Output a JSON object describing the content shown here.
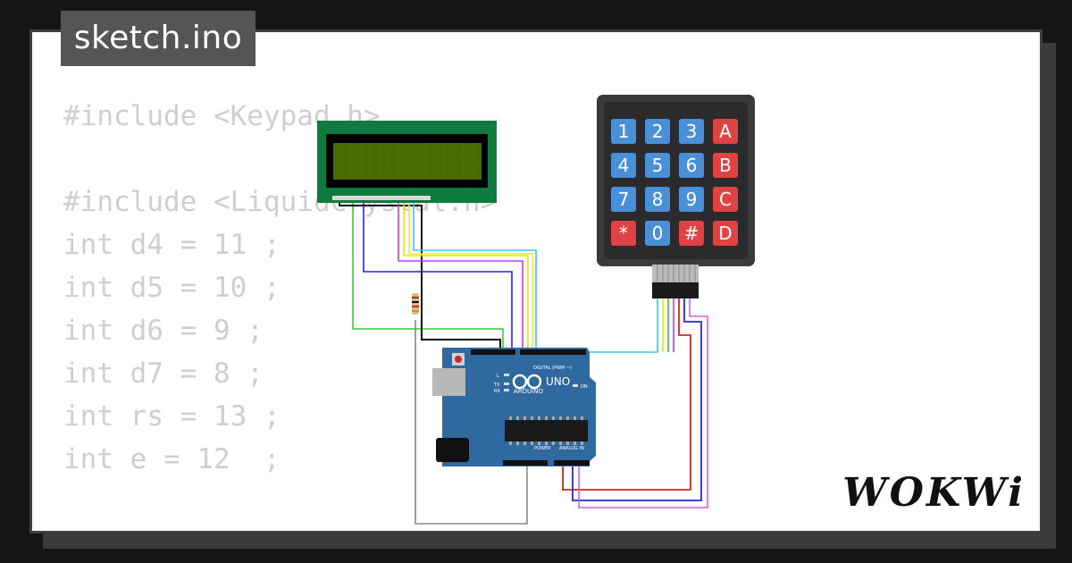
{
  "tab": {
    "filename": "sketch.ino"
  },
  "code_lines": [
    "#include <Keypad.h>",
    "",
    "#include <LiquidCrystal.h>",
    "int d4 = 11 ;",
    "int d5 = 10 ;",
    "int d6 = 9 ;",
    "int d7 = 8 ;",
    "int rs = 13 ;",
    "int e = 12  ;"
  ],
  "keypad": {
    "keys": [
      "1",
      "2",
      "3",
      "A",
      "4",
      "5",
      "6",
      "B",
      "7",
      "8",
      "9",
      "C",
      "*",
      "0",
      "#",
      "D"
    ],
    "colors": {
      "digit": "#4a90d9",
      "action": "#e04343"
    }
  },
  "arduino": {
    "brand": "ARDUINO",
    "model": "UNO",
    "labels": {
      "digital": "DIGITAL (PWM ~)",
      "power": "POWER",
      "analog": "ANALOG IN",
      "led_l": "L",
      "led_tx": "TX",
      "led_rx": "RX",
      "on": "ON"
    }
  },
  "logo": {
    "text": "WOKWi"
  },
  "colors": {
    "lcd_board": "#0f7a3e",
    "lcd_screen": "#4a6b00",
    "arduino_board": "#2e6aa0",
    "keypad_body": "#3a3a3c"
  }
}
